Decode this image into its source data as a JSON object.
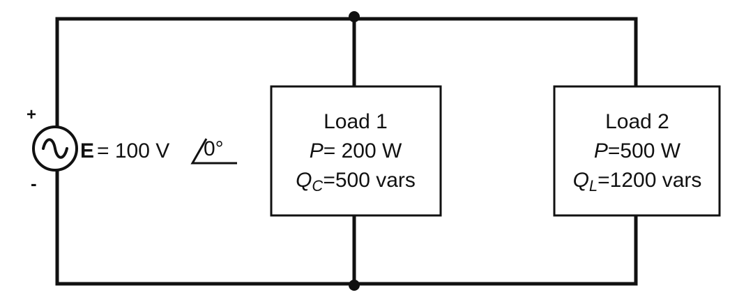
{
  "source": {
    "plus": "+",
    "minus": "-",
    "symbol_glyph": "~",
    "label_e": "E",
    "label_rest": "= 100 V",
    "angle": "0°"
  },
  "loads": [
    {
      "title": "Load 1",
      "p_symbol": "P",
      "p_value": "= 200 W",
      "q_symbol": "Q",
      "q_sub": "C",
      "q_value": "=500 vars"
    },
    {
      "title": "Load 2",
      "p_symbol": "P",
      "p_value": "=500 W",
      "q_symbol": "Q",
      "q_sub": "L",
      "q_value": "=1200 vars"
    }
  ],
  "colors": {
    "line": "#111111",
    "background": "#ffffff"
  }
}
